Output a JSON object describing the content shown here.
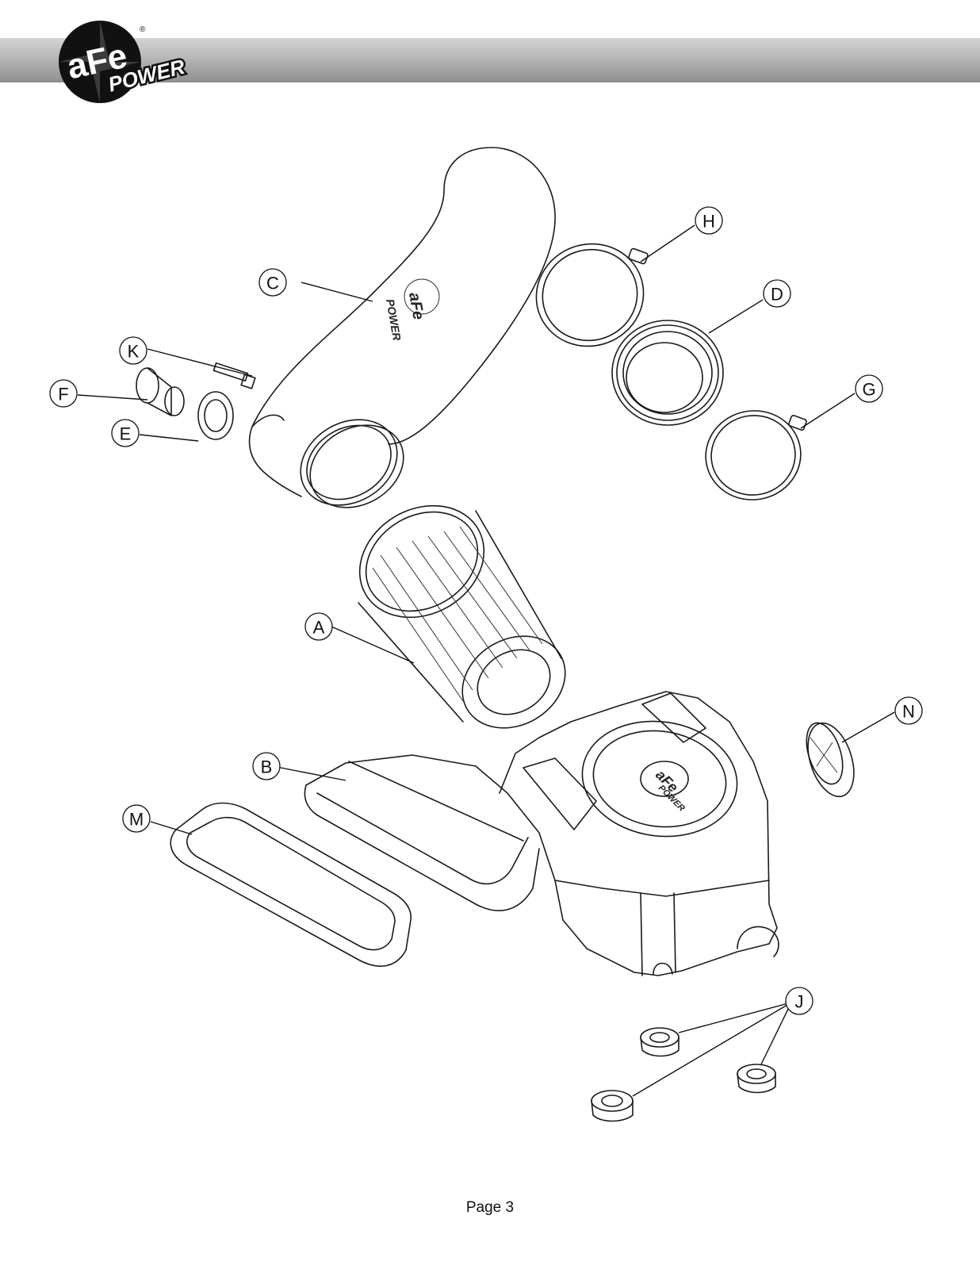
{
  "brand": {
    "logo_text": "aFe",
    "logo_sub": "POWER",
    "registered_mark": "®",
    "part_logo_text": "aFe",
    "part_logo_sub": "POWER"
  },
  "callouts": [
    {
      "id": "A",
      "label": "A"
    },
    {
      "id": "B",
      "label": "B"
    },
    {
      "id": "C",
      "label": "C"
    },
    {
      "id": "D",
      "label": "D"
    },
    {
      "id": "E",
      "label": "E"
    },
    {
      "id": "F",
      "label": "F"
    },
    {
      "id": "G",
      "label": "G"
    },
    {
      "id": "H",
      "label": "H"
    },
    {
      "id": "J",
      "label": "J"
    },
    {
      "id": "K",
      "label": "K"
    },
    {
      "id": "M",
      "label": "M"
    },
    {
      "id": "N",
      "label": "N"
    }
  ],
  "footer": {
    "page_label": "Page 3"
  },
  "colors": {
    "header_bar": "#b7b7b7",
    "line_art": "#1a1a1a",
    "background": "#ffffff"
  }
}
